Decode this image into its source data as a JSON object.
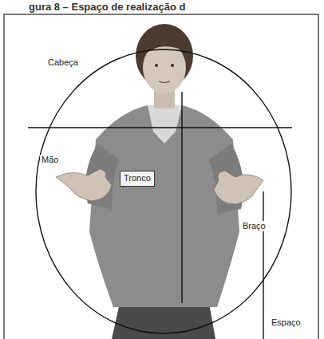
{
  "diagram": {
    "title": "gura 8 – Espaço de realização d",
    "nodes": [
      {
        "text": [
          "Tronco"
        ]
      }
    ],
    "labels": [
      "Cabeça",
      "Mão",
      "Braço",
      "Espaço"
    ]
  }
}
